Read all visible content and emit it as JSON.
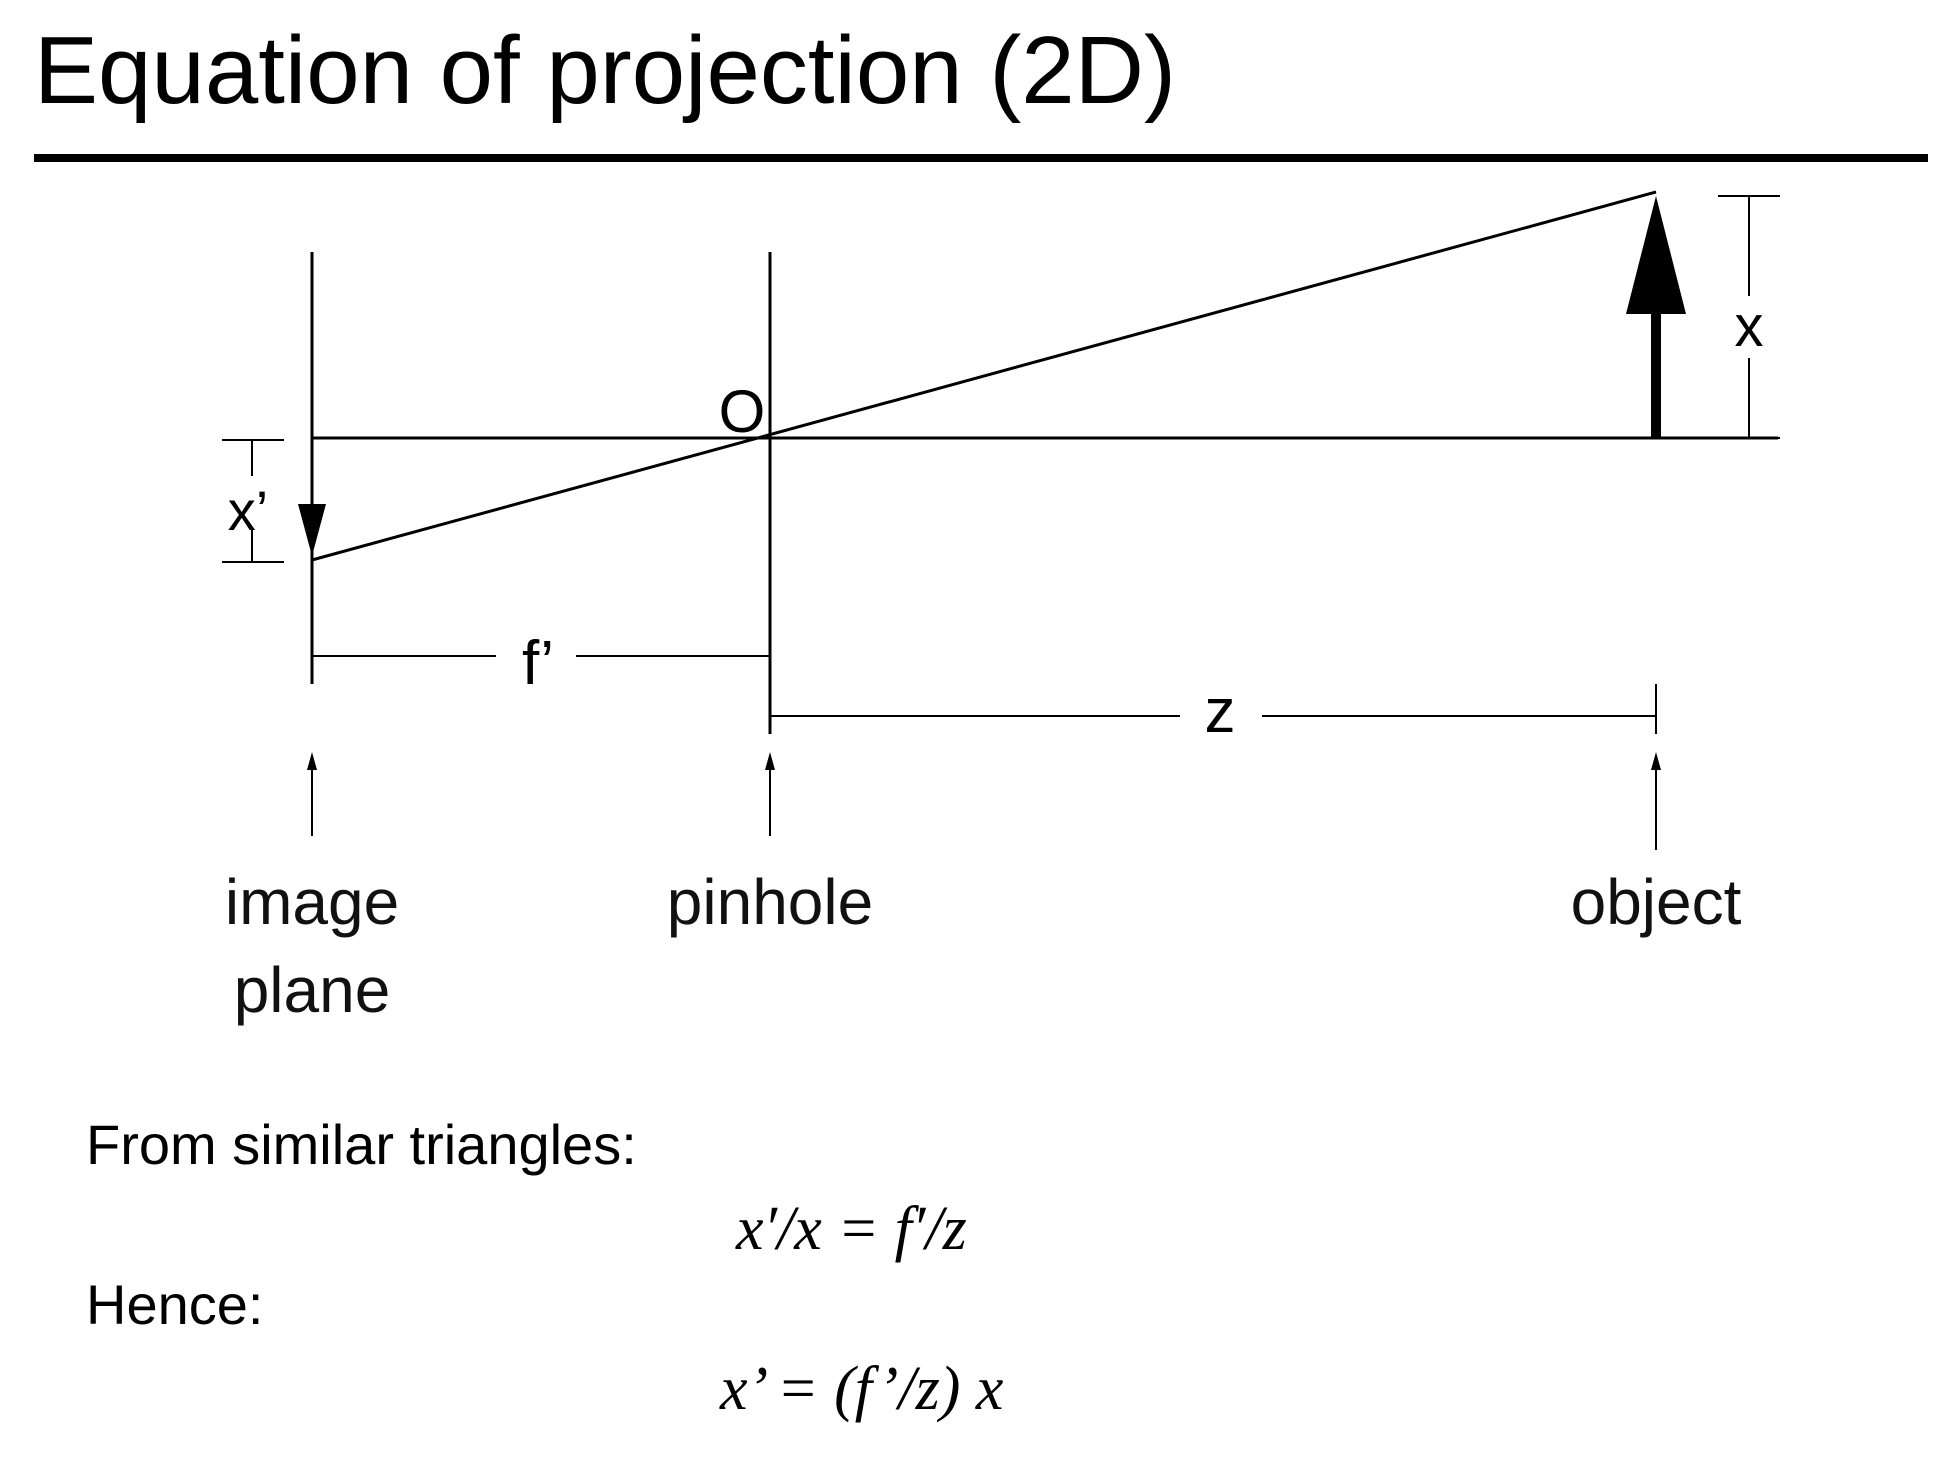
{
  "slide": {
    "title": "Equation of projection (2D)"
  },
  "diagram": {
    "label_O": "O",
    "label_x": "x",
    "label_x_prime": "x’",
    "label_f_prime": "f’",
    "label_z": "z",
    "label_image": "image",
    "label_plane": "plane",
    "label_pinhole": "pinhole",
    "label_object": "object"
  },
  "text": {
    "similar_triangles": "From similar triangles:",
    "equation1": "x′/x = f′/z",
    "hence": "Hence:",
    "equation2": "x’ = (f’/z) x"
  }
}
